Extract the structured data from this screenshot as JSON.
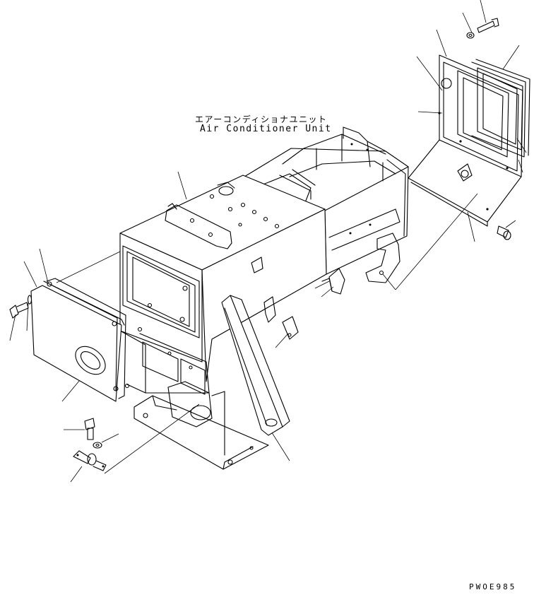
{
  "diagram": {
    "title_ja": "エアーコンディショナユニット",
    "title_en": "Air Conditioner Unit",
    "drawing_code": "PWOE985"
  },
  "icons": {
    "bolt": "bolt-icon",
    "washer": "washer-icon",
    "clip": "clip-icon"
  }
}
